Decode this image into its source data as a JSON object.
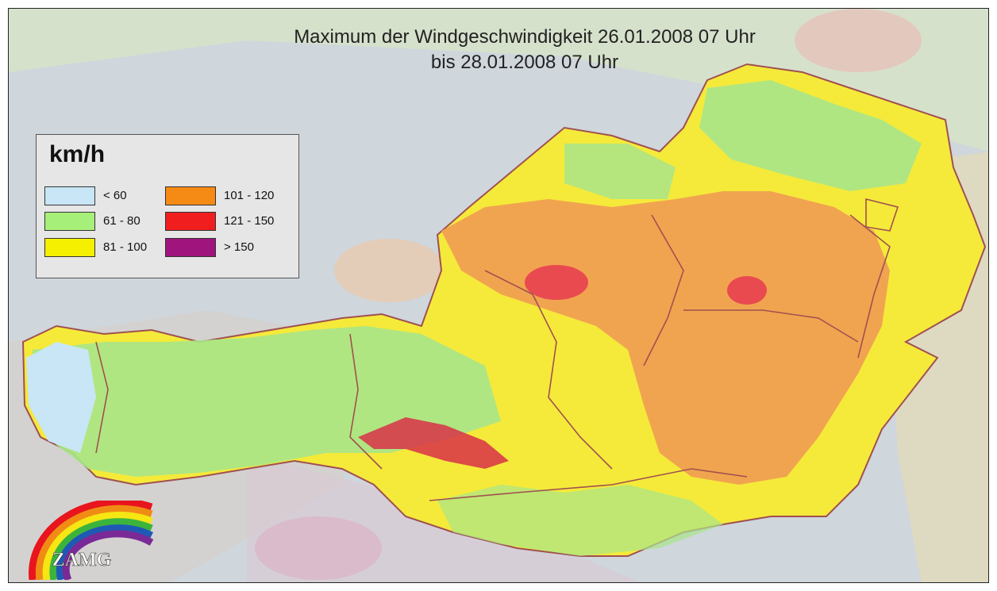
{
  "map": {
    "title_line1": "Maximum der Windgeschwindigkeit 26.01.2008 07 Uhr",
    "title_line2": "bis 28.01.2008 07 Uhr",
    "legend": {
      "unit": "km/h",
      "items": [
        {
          "label": "< 60",
          "color": "#c8e6f5"
        },
        {
          "label": "61 - 80",
          "color": "#a6f07a"
        },
        {
          "label": "81 - 100",
          "color": "#f5f000"
        },
        {
          "label": "101 - 120",
          "color": "#f58a14"
        },
        {
          "label": "121 - 150",
          "color": "#f01e1e"
        },
        {
          "label": "> 150",
          "color": "#a0147e"
        }
      ]
    },
    "logo_text": "ZAMG",
    "colors": {
      "border": "#a05050",
      "background": "#cfd6dc"
    }
  }
}
